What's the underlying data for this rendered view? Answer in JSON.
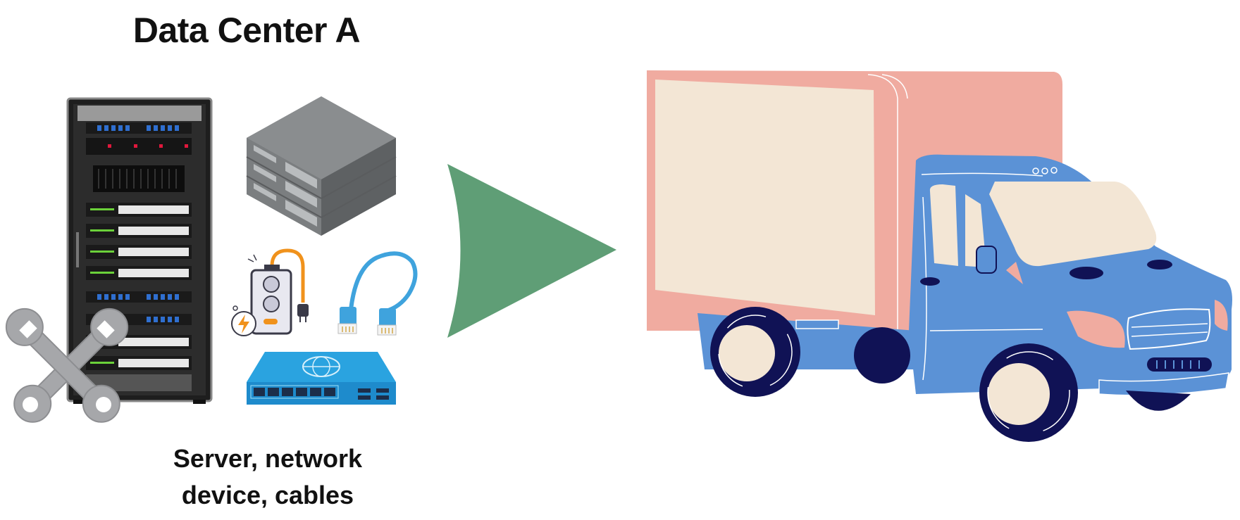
{
  "diagram": {
    "title": "Data Center A",
    "caption_lines": [
      "Server, network",
      "device, cables"
    ],
    "nodes": [
      {
        "id": "server-rack",
        "icon": "server-rack-icon"
      },
      {
        "id": "stacked-servers",
        "icon": "stacked-servers-icon"
      },
      {
        "id": "power-strip",
        "icon": "power-strip-icon"
      },
      {
        "id": "network-cable",
        "icon": "ethernet-cable-icon"
      },
      {
        "id": "network-switch",
        "icon": "network-switch-icon"
      },
      {
        "id": "tools",
        "icon": "wrench-icon"
      },
      {
        "id": "truck",
        "icon": "delivery-truck-icon"
      }
    ],
    "edges": [
      {
        "from": "data-center",
        "to": "truck",
        "arrow": "arrow-right-icon"
      }
    ],
    "colors": {
      "arrow": "#5f9e76",
      "truck_body": "#5b92d6",
      "truck_box": "#f0aba0",
      "truck_panel": "#f3e6d5",
      "wheel": "#101255",
      "rack": "#2c2c2c",
      "server_gray": "#7f8284",
      "switch_blue": "#1e8bcc",
      "cable_blue": "#3fa3dd",
      "power_orange": "#f0921c",
      "tool_gray": "#a6a7aa"
    }
  }
}
